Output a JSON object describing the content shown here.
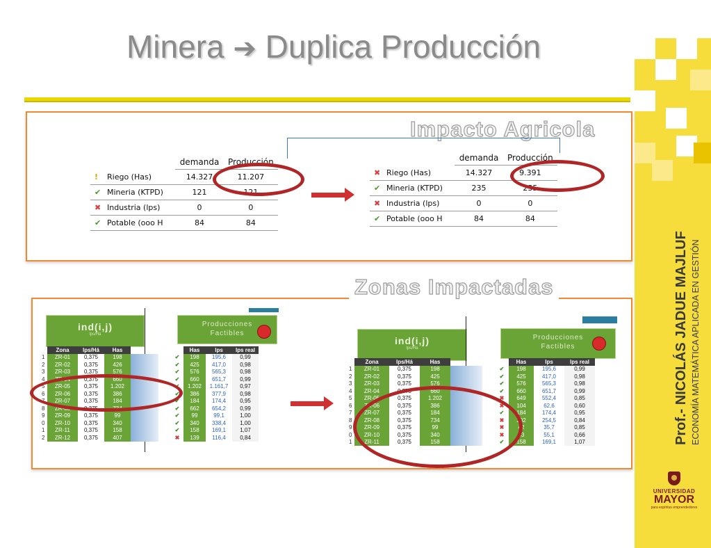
{
  "slide": {
    "title_left": "Minera",
    "title_arrow": "➔",
    "title_right": "Duplica Producción"
  },
  "sidebar": {
    "author_name": "Prof.- NICOLÁS JADUE MAJLUF",
    "author_sub": "ECONOMÍA MATEMÁTICA APLICADA EN GESTIÓN",
    "logo_small": "UNIVERSIDAD",
    "logo_big": "MAYOR",
    "logo_tag": "para espíritus emprendedores"
  },
  "impacto": {
    "heading": "Impacto Agricola",
    "col_demanda": "demanda",
    "col_produccion": "Producción",
    "before": [
      {
        "icon": "exclamation-icon",
        "glyph": "!",
        "label": "Riego (Has)",
        "demanda": "14.327",
        "produccion": "11.207"
      },
      {
        "icon": "check-icon",
        "glyph": "✔",
        "label": "Mineria (KTPD)",
        "demanda": "121",
        "produccion": "121"
      },
      {
        "icon": "cross-icon",
        "glyph": "✖",
        "label": "Industria (lps)",
        "demanda": "0",
        "produccion": "0"
      },
      {
        "icon": "check-icon",
        "glyph": "✔",
        "label": "Potable (ooo H",
        "demanda": "84",
        "produccion": "84"
      }
    ],
    "after": [
      {
        "icon": "cross-icon",
        "glyph": "✖",
        "label": "Riego (Has)",
        "demanda": "14.327",
        "produccion": "9.391"
      },
      {
        "icon": "check-icon",
        "glyph": "✔",
        "label": "Mineria (KTPD)",
        "demanda": "235",
        "produccion": "235"
      },
      {
        "icon": "cross-icon",
        "glyph": "✖",
        "label": "Industria (lps)",
        "demanda": "0",
        "produccion": "0"
      },
      {
        "icon": "check-icon",
        "glyph": "✔",
        "label": "Potable (ooo H",
        "demanda": "84",
        "produccion": "84"
      }
    ]
  },
  "zonas": {
    "heading": "Zonas Impactadas",
    "ind_title": "ind(i,j)",
    "ind_unit": "lps/Há",
    "prod_title_1": "Producciones",
    "prod_title_2": "Factibles",
    "headers": {
      "zona": "Zona",
      "lpsha": "lps/Há",
      "has": "Has",
      "phas": "Has",
      "plps": "lps",
      "preal": "lps real"
    },
    "left": [
      {
        "n": "1",
        "zona": "ZR-01",
        "lpsha": "0,375",
        "has": "198",
        "mark": "✔",
        "phas": "198",
        "plps": "195,6",
        "preal": "0,99"
      },
      {
        "n": "2",
        "zona": "ZR-02",
        "lpsha": "0,375",
        "has": "426",
        "mark": "✔",
        "phas": "425",
        "plps": "417,0",
        "preal": "0,98"
      },
      {
        "n": "3",
        "zona": "ZR-03",
        "lpsha": "0,375",
        "has": "576",
        "mark": "✔",
        "phas": "576",
        "plps": "565,3",
        "preal": "0,98"
      },
      {
        "n": "4",
        "zona": "ZR-04",
        "lpsha": "0,375",
        "has": "660",
        "mark": "✔",
        "phas": "660",
        "plps": "651,7",
        "preal": "0,99"
      },
      {
        "n": "5",
        "zona": "ZR-05",
        "lpsha": "0,375",
        "has": "1.202",
        "mark": "✔",
        "phas": "1.202",
        "plps": "1.161,7",
        "preal": "0,97"
      },
      {
        "n": "6",
        "zona": "ZR-06",
        "lpsha": "0,375",
        "has": "386",
        "mark": "✔",
        "phas": "386",
        "plps": "377,9",
        "preal": "0,98"
      },
      {
        "n": "7",
        "zona": "ZR-07",
        "lpsha": "0,375",
        "has": "184",
        "mark": "✔",
        "phas": "184",
        "plps": "174,4",
        "preal": "0,95"
      },
      {
        "n": "8",
        "zona": "ZR-08",
        "lpsha": "0,375",
        "has": "734",
        "mark": "✔",
        "phas": "662",
        "plps": "654,2",
        "preal": "0,99"
      },
      {
        "n": "9",
        "zona": "ZR-09",
        "lpsha": "0,375",
        "has": "99",
        "mark": "✔",
        "phas": "99",
        "plps": "99,1",
        "preal": "1,00"
      },
      {
        "n": "0",
        "zona": "ZR-10",
        "lpsha": "0,375",
        "has": "340",
        "mark": "✔",
        "phas": "340",
        "plps": "338,4",
        "preal": "1,00"
      },
      {
        "n": "1",
        "zona": "ZR-11",
        "lpsha": "0,375",
        "has": "158",
        "mark": "✔",
        "phas": "158",
        "plps": "169,1",
        "preal": "1,07"
      },
      {
        "n": "2",
        "zona": "ZR-12",
        "lpsha": "0,375",
        "has": "407",
        "mark": "✖",
        "phas": "139",
        "plps": "116,4",
        "preal": "0,84"
      }
    ],
    "right": [
      {
        "n": "1",
        "zona": "ZR-01",
        "lpsha": "0,375",
        "has": "198",
        "mark": "✔",
        "phas": "198",
        "plps": "195,6",
        "preal": "0,99"
      },
      {
        "n": "2",
        "zona": "ZR-02",
        "lpsha": "0,375",
        "has": "425",
        "mark": "✔",
        "phas": "425",
        "plps": "417,0",
        "preal": "0,98"
      },
      {
        "n": "3",
        "zona": "ZR-03",
        "lpsha": "0,375",
        "has": "576",
        "mark": "✔",
        "phas": "576",
        "plps": "565,3",
        "preal": "0,98"
      },
      {
        "n": "4",
        "zona": "ZR-04",
        "lpsha": "0,375",
        "has": "660",
        "mark": "✔",
        "phas": "660",
        "plps": "651,7",
        "preal": "0,99"
      },
      {
        "n": "5",
        "zona": "ZR-05",
        "lpsha": "0,375",
        "has": "1.202",
        "mark": "✖",
        "phas": "649",
        "plps": "552,4",
        "preal": "0,85"
      },
      {
        "n": "6",
        "zona": "ZR-06",
        "lpsha": "0,375",
        "has": "386",
        "mark": "✖",
        "phas": "104",
        "plps": "62,6",
        "preal": "0,60"
      },
      {
        "n": "7",
        "zona": "ZR-07",
        "lpsha": "0,375",
        "has": "184",
        "mark": "✔",
        "phas": "184",
        "plps": "174,4",
        "preal": "0,95"
      },
      {
        "n": "8",
        "zona": "ZR-08",
        "lpsha": "0,375",
        "has": "734",
        "mark": "✖",
        "phas": "302",
        "plps": "254,5",
        "preal": "0,84"
      },
      {
        "n": "9",
        "zona": "ZR-09",
        "lpsha": "0,375",
        "has": "99",
        "mark": "✖",
        "phas": "42",
        "plps": "35,7",
        "preal": "0,85"
      },
      {
        "n": "0",
        "zona": "ZR-10",
        "lpsha": "0,375",
        "has": "340",
        "mark": "✖",
        "phas": "83",
        "plps": "55,1",
        "preal": "0,66"
      },
      {
        "n": "1",
        "zona": "ZR-11",
        "lpsha": "0,375",
        "has": "158",
        "mark": "✔",
        "phas": "158",
        "plps": "169,1",
        "preal": "1,07"
      }
    ]
  },
  "colors": {
    "accent_orange": "#f08a32",
    "sheet_green": "#6aa336",
    "ellipse_red": "#b02525",
    "sidebar_yellow": "#f7dd3c"
  }
}
